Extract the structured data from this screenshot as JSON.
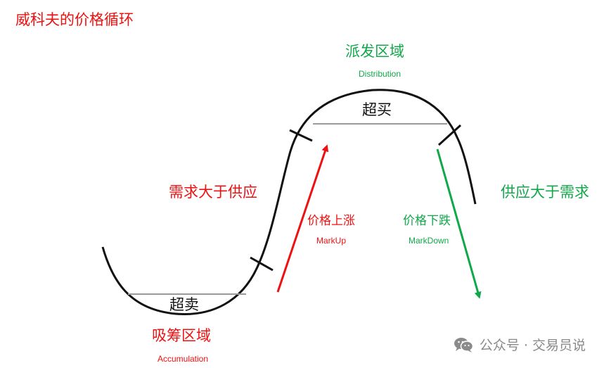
{
  "title": "威科夫的价格循环",
  "zones": {
    "accumulation": {
      "cn": "吸筹区域",
      "en": "Accumulation"
    },
    "distribution": {
      "cn": "派发区域",
      "en": "Distribution"
    }
  },
  "levels": {
    "oversold": "超卖",
    "overbought": "超买"
  },
  "phases": {
    "markup": {
      "cn": "价格上涨",
      "en": "MarkUp"
    },
    "markdown": {
      "cn": "价格下跌",
      "en": "MarkDown"
    }
  },
  "forces": {
    "demand_gt_supply": "需求大于供应",
    "supply_gt_demand": "供应大于需求"
  },
  "watermark": {
    "text": "公众号 · 交易员说",
    "icon": "wechat-icon"
  },
  "colors": {
    "red": "#ee1111",
    "green": "#11a84a",
    "curve": "#111111",
    "level_line": "#9a9a9a"
  }
}
